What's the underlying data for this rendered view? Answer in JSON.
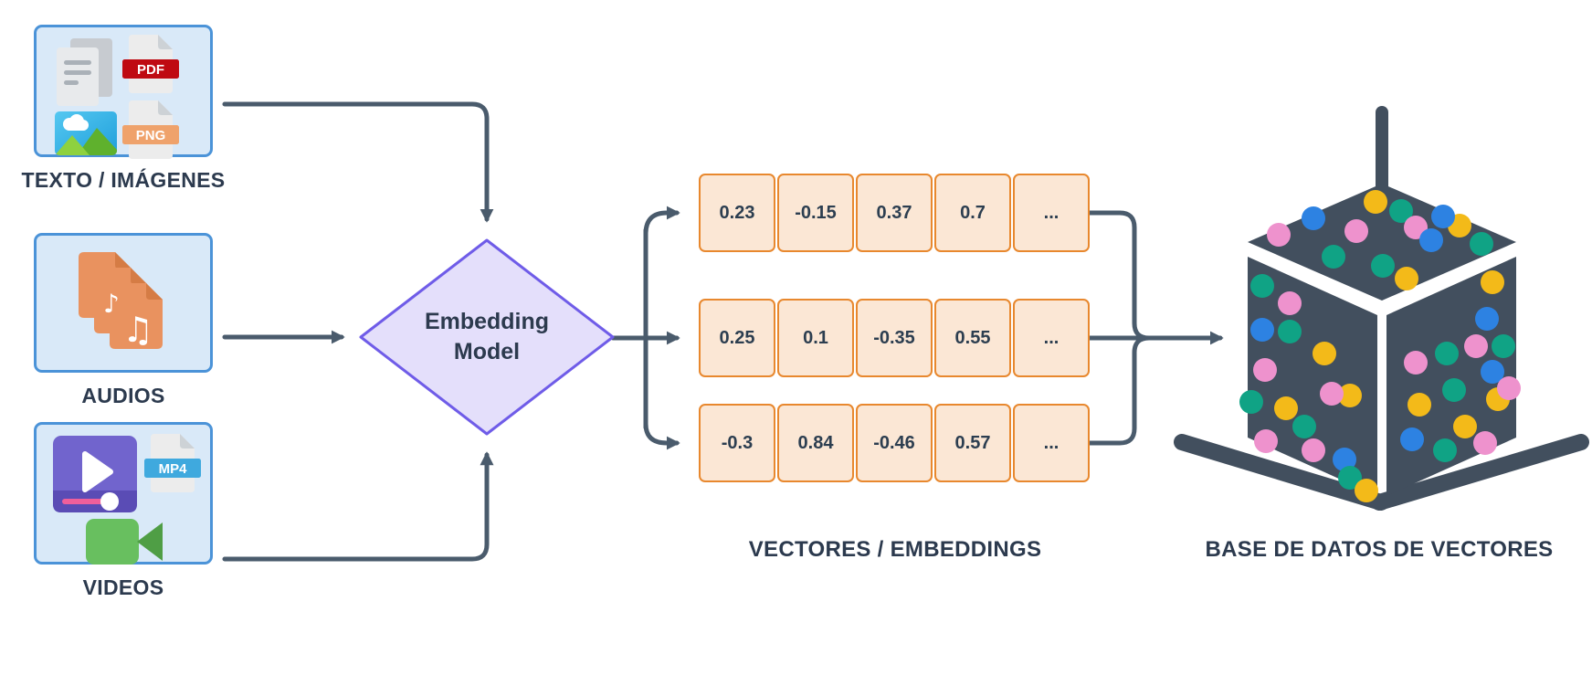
{
  "diagram_title": "embedding-pipeline",
  "sources": {
    "text_images": {
      "label": "TEXTO / IMÁGENES",
      "icons": [
        "document-icon",
        "pdf-file-icon",
        "image-icon",
        "png-file-icon"
      ]
    },
    "audios": {
      "label": "AUDIOS",
      "icons": [
        "audio-files-stack-icon"
      ]
    },
    "videos": {
      "label": "VIDEOS",
      "icons": [
        "video-player-icon",
        "mp4-file-icon",
        "video-camera-icon"
      ]
    }
  },
  "file_badges": {
    "pdf": "PDF",
    "png": "PNG",
    "mp4": "MP4"
  },
  "model": {
    "label_line1": "Embedding",
    "label_line2": "Model"
  },
  "vectors_label": "VECTORES / EMBEDDINGS",
  "database_label": "BASE DE DATOS DE VECTORES",
  "vector_rows": [
    [
      "0.23",
      "-0.15",
      "0.37",
      "0.7",
      "..."
    ],
    [
      "0.25",
      "0.1",
      "-0.35",
      "0.55",
      "..."
    ],
    [
      "-0.3",
      "0.84",
      "-0.46",
      "0.57",
      "..."
    ]
  ],
  "music_notes": {
    "single": "♪",
    "double": "♫"
  },
  "colors": {
    "box_fill": "#d9e9f8",
    "box_border": "#4b93d8",
    "arrow": "#4a5b6c",
    "text": "#2c3a4e",
    "diamond_fill": "#e4dffb",
    "diamond_border": "#6f5ce8",
    "cell_fill": "#fbe7d5",
    "cell_border": "#e8882e",
    "cube": "#424f5e",
    "pdf_badge": "#bf0a12",
    "png_badge": "#efa26b",
    "mp4_badge": "#3fa9de"
  },
  "cube": {
    "dot_colors": {
      "p": "#ee92cd",
      "b": "#2d82e2",
      "t": "#10a385",
      "y": "#f3ba19"
    },
    "dots": {
      "top": [
        [
          118,
          162,
          "p"
        ],
        [
          156,
          144,
          "b"
        ],
        [
          178,
          186,
          "t"
        ],
        [
          224,
          126,
          "y"
        ],
        [
          252,
          136,
          "t"
        ],
        [
          268,
          154,
          "p"
        ],
        [
          285,
          168,
          "b"
        ],
        [
          316,
          152,
          "y"
        ],
        [
          232,
          196,
          "t"
        ],
        [
          258,
          210,
          "y"
        ],
        [
          340,
          172,
          "t"
        ],
        [
          298,
          142,
          "b"
        ],
        [
          203,
          158,
          "p"
        ]
      ],
      "left": [
        [
          100,
          218,
          "t"
        ],
        [
          130,
          237,
          "p"
        ],
        [
          100,
          266,
          "b"
        ],
        [
          130,
          268,
          "t"
        ],
        [
          168,
          292,
          "y"
        ],
        [
          103,
          310,
          "p"
        ],
        [
          88,
          345,
          "t"
        ],
        [
          126,
          352,
          "y"
        ],
        [
          104,
          388,
          "p"
        ],
        [
          146,
          372,
          "t"
        ],
        [
          156,
          398,
          "p"
        ],
        [
          190,
          408,
          "b"
        ],
        [
          196,
          338,
          "y"
        ],
        [
          196,
          428,
          "t"
        ],
        [
          214,
          442,
          "y"
        ],
        [
          176,
          336,
          "p"
        ]
      ],
      "right": [
        [
          352,
          214,
          "y"
        ],
        [
          346,
          254,
          "b"
        ],
        [
          334,
          284,
          "p"
        ],
        [
          364,
          284,
          "t"
        ],
        [
          302,
          292,
          "t"
        ],
        [
          268,
          302,
          "p"
        ],
        [
          352,
          312,
          "b"
        ],
        [
          310,
          332,
          "t"
        ],
        [
          358,
          342,
          "y"
        ],
        [
          272,
          348,
          "y"
        ],
        [
          322,
          372,
          "y"
        ],
        [
          264,
          386,
          "b"
        ],
        [
          300,
          398,
          "t"
        ],
        [
          344,
          390,
          "p"
        ],
        [
          370,
          330,
          "p"
        ]
      ]
    }
  }
}
